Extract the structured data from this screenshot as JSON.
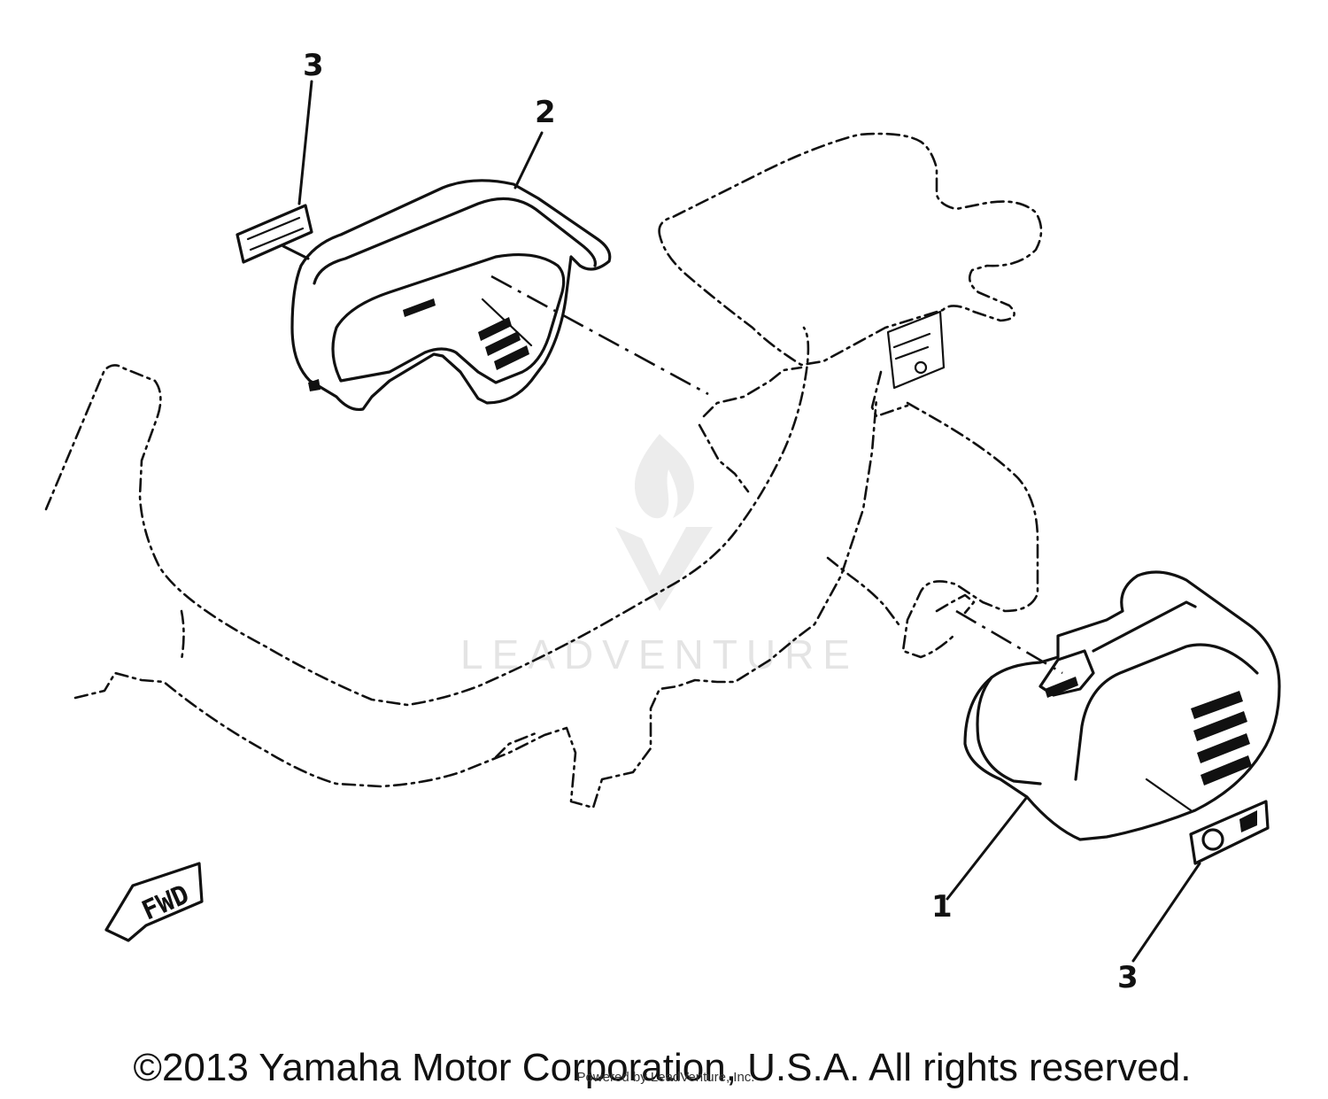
{
  "diagram": {
    "callouts": [
      {
        "id": "part-1",
        "label": "1"
      },
      {
        "id": "part-2",
        "label": "2"
      },
      {
        "id": "part-3-top",
        "label": "3"
      },
      {
        "id": "part-3-bottom",
        "label": "3"
      }
    ],
    "fwd_tag": "FWD",
    "watermark": "LEADVENTURE",
    "footer": {
      "copyright": "©2013 Yamaha Motor Corporation, U.S.A. All rights reserved.",
      "attribution": "Powered by LeadVenture, Inc."
    },
    "colors": {
      "ink": "#111111",
      "watermark": "#e4e4e4",
      "background": "#ffffff"
    }
  }
}
